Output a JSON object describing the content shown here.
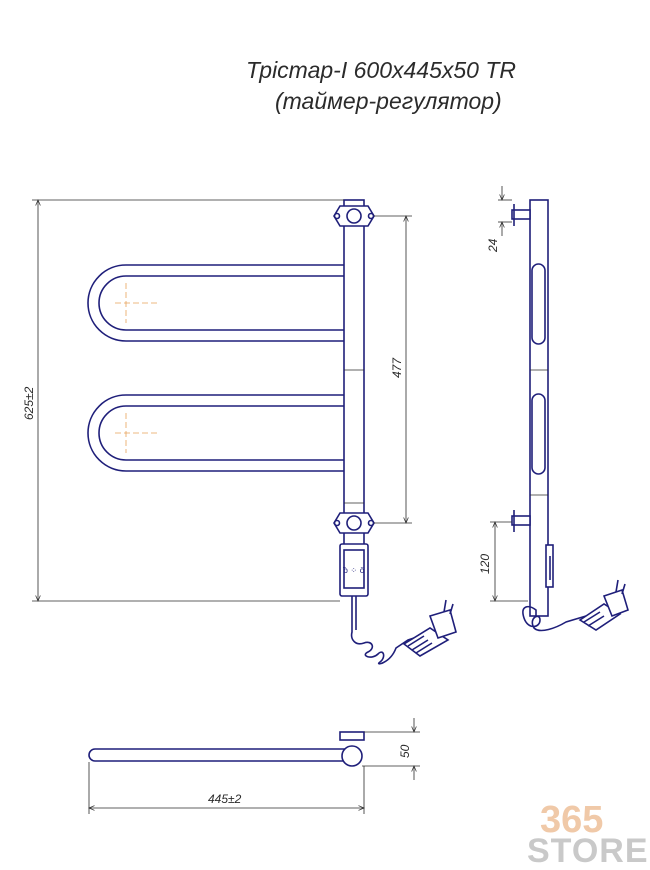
{
  "title": {
    "line1": "Трістар-І 600х445х50 TR",
    "line2": "(таймер-регулятор)"
  },
  "dimensions": {
    "overall_height": "625±2",
    "mount_distance": "477",
    "top_offset": "24",
    "timer_height": "120",
    "depth": "50",
    "width": "445±2"
  },
  "controller_symbols": "ᵬ ⁘ ö",
  "watermark": {
    "number": "365",
    "word": "STORE"
  },
  "colors": {
    "part_stroke": "#1f1f7a",
    "dimension_stroke": "#2b2b2b",
    "axis_stroke": "#e8a25a",
    "watermark_number": "#f0c9a8",
    "watermark_word": "#c9c9c9"
  }
}
